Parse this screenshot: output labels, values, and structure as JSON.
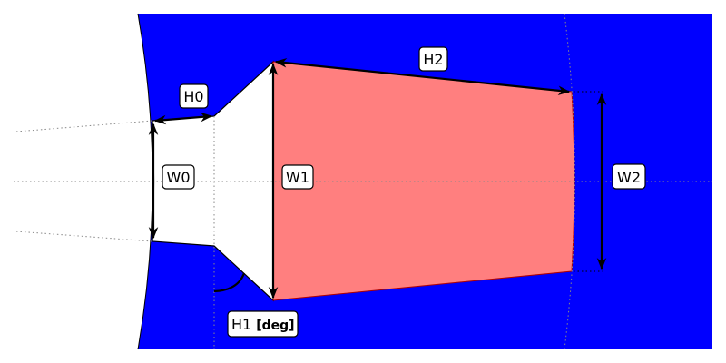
{
  "labels": {
    "h0": "H0",
    "h1": "H1",
    "h1_unit": "[deg]",
    "h2": "H2",
    "w0": "W0",
    "w1": "W1",
    "w2": "W2"
  },
  "colors": {
    "background_region": "#0000ff",
    "highlight_region": "#ff7f7f",
    "opening": "#ffffff"
  }
}
